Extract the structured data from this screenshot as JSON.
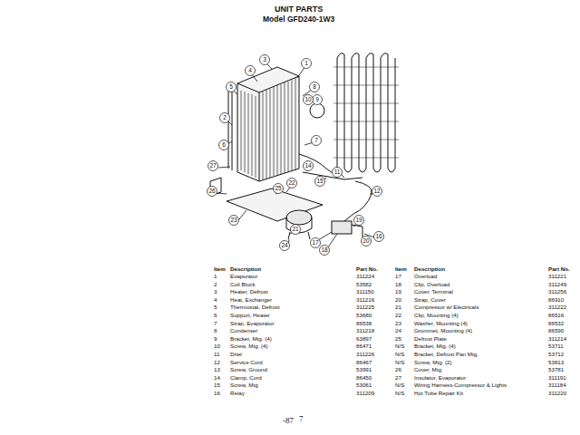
{
  "diagram": {
    "title": "UNIT PARTS",
    "labels": [
      "3",
      "4",
      "1",
      "5",
      "8",
      "9",
      "10",
      "2",
      "6",
      "7",
      "27",
      "14",
      "15",
      "11",
      "26",
      "22",
      "25",
      "12",
      "23",
      "21",
      "24",
      "17",
      "18",
      "19",
      "16",
      "20",
      "Item",
      "Description",
      "Part No.",
      "1",
      "Evaporator",
      "311224",
      "2",
      "Coil Block",
      "53582",
      "3",
      "Heater, Defrost",
      "311150",
      "4",
      "Heat, Exchanger",
      "311216",
      "5",
      "Thermostat, Defrost",
      "311225",
      "6",
      "Support, Heater",
      "53680",
      "7",
      "Strap, Evaporator",
      "86538",
      "8",
      "Condenser",
      "311218",
      "9",
      "Bracket, Mtg. (4)",
      "63897",
      "10",
      "Screw, Mtg. (4)",
      "86471",
      "11",
      "Drier",
      "311226",
      "12",
      "Service Cord",
      "86467",
      "13",
      "Screw, Ground",
      "53991",
      "14",
      "Clamp, Cord",
      "86450",
      "15",
      "Screw, Mtg",
      "53061",
      "16",
      "Relay",
      "311209",
      "Item",
      "Description",
      "Part No.",
      "17",
      "Overload",
      "311221",
      "18",
      "Clip, Overload",
      "311249",
      "19",
      "Cover, Terminal",
      "311256",
      "20",
      "Strap, Cover",
      "86910",
      "21",
      "Compressor w/ Electricals",
      "311222",
      "22",
      "Clip, Mounting (4)",
      "86516",
      "23",
      "Washer, Mounting (4)",
      "86532",
      "24",
      "Grommet, Mounting (4)",
      "86590",
      "25",
      "Defrost Plate",
      "311214",
      "N/S",
      "Bracket, Mtg. (4)",
      "53711",
      "N/S",
      "Bracket, Defrost Pan Mtg.",
      "53712",
      "N/S",
      "Screw, Mtg. (2)",
      "53813",
      "26",
      "Cover, Mtg.",
      "53781",
      "27",
      "Insulator, Evaporator",
      "311191",
      "N/S",
      "Wiring Harness-Compressor & Lights",
      "311184",
      "N/S",
      "Hot Tube Repair Kit",
      "311220",
      "Model GFD240-1W3",
      "-87",
      "7"
    ]
  }
}
